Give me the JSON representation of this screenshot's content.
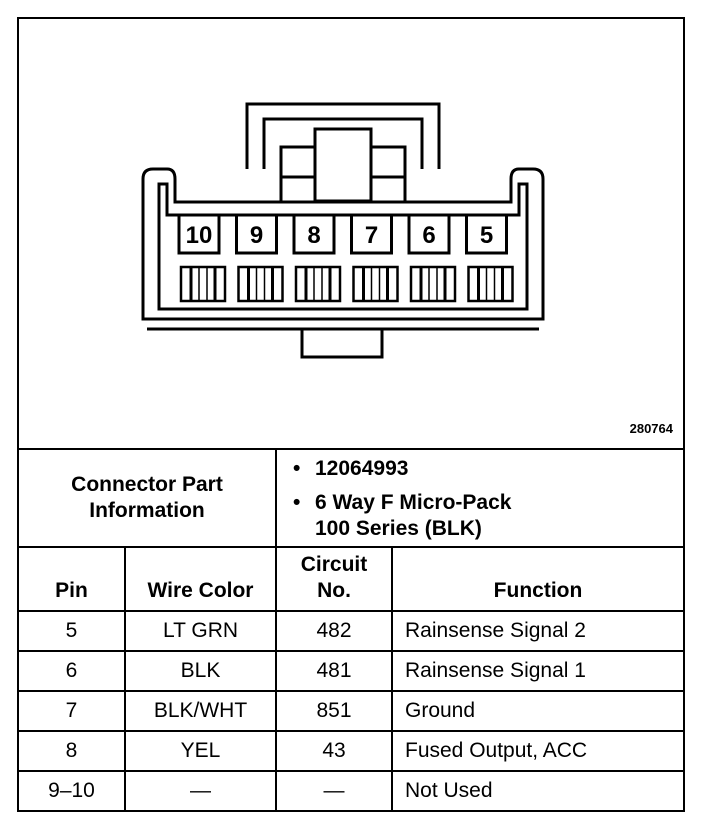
{
  "figure_id": "280764",
  "connector": {
    "pins": [
      "10",
      "9",
      "8",
      "7",
      "6",
      "5"
    ]
  },
  "part_info": {
    "label_line1": "Connector Part",
    "label_line2": "Information",
    "part_number": "12064993",
    "description_line1": "6 Way F Micro-Pack",
    "description_line2": "100 Series (BLK)"
  },
  "table": {
    "headers": {
      "pin": "Pin",
      "wire_color": "Wire Color",
      "circuit_line1": "Circuit",
      "circuit_line2": "No.",
      "function": "Function"
    },
    "rows": [
      {
        "pin": "5",
        "wire_color": "LT GRN",
        "circuit": "482",
        "function": "Rainsense Signal 2"
      },
      {
        "pin": "6",
        "wire_color": "BLK",
        "circuit": "481",
        "function": "Rainsense Signal 1"
      },
      {
        "pin": "7",
        "wire_color": "BLK/WHT",
        "circuit": "851",
        "function": "Ground"
      },
      {
        "pin": "8",
        "wire_color": "YEL",
        "circuit": "43",
        "function": "Fused Output, ACC"
      },
      {
        "pin": "9–10",
        "wire_color": "—",
        "circuit": "—",
        "function": "Not Used"
      }
    ]
  }
}
